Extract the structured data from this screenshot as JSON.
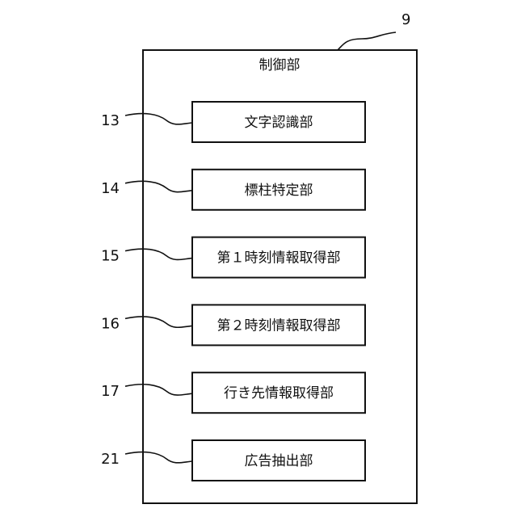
{
  "diagram": {
    "outer_ref": "9",
    "outer_title": "制御部",
    "blocks": [
      {
        "label": "文字認識部",
        "ref": "13"
      },
      {
        "label": "標柱特定部",
        "ref": "14"
      },
      {
        "label": "第１時刻情報取得部",
        "ref": "15"
      },
      {
        "label": "第２時刻情報取得部",
        "ref": "16"
      },
      {
        "label": "行き先情報取得部",
        "ref": "17"
      },
      {
        "label": "広告抽出部",
        "ref": "21"
      }
    ]
  }
}
